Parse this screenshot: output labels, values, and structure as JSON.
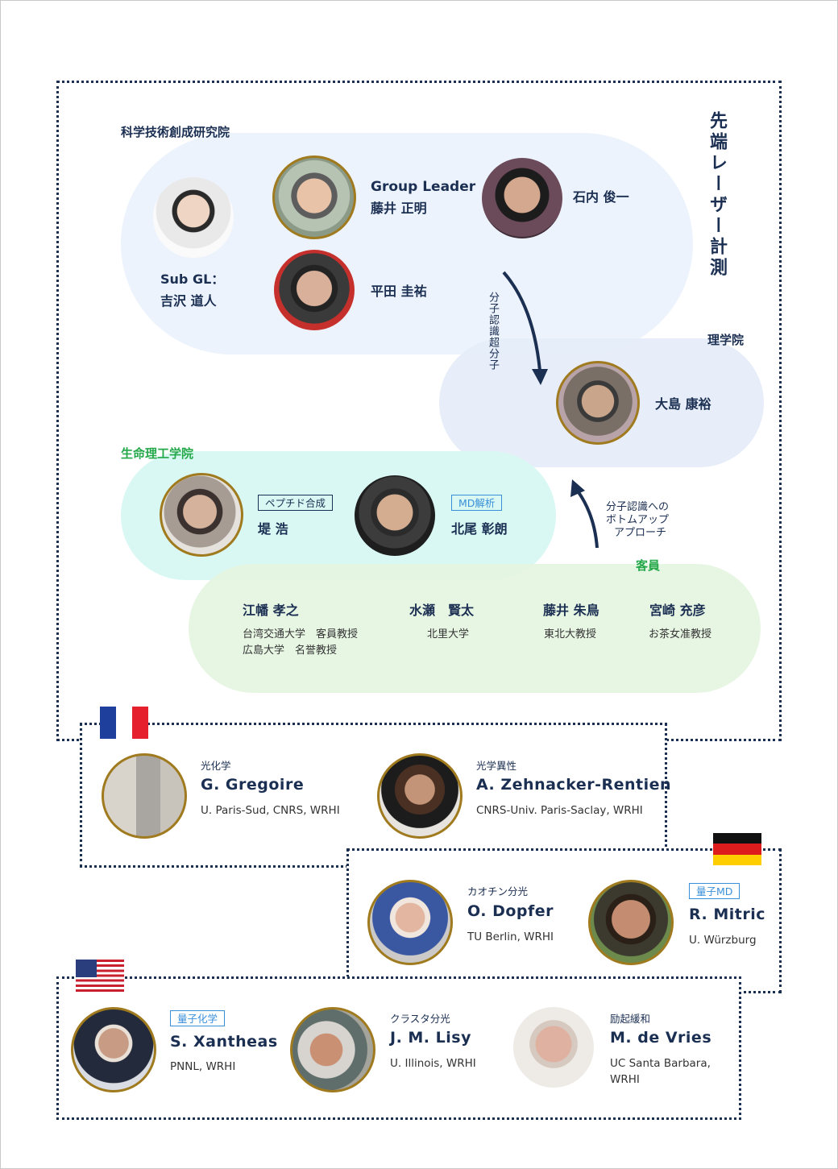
{
  "labels": {
    "institute_science": "科学技術創成研究院",
    "vertical_title": "先端レーザー計測",
    "school_science": "理学院",
    "school_life": "生命理工学院",
    "guests": "客員"
  },
  "people": {
    "sub_gl_label": "Sub GL：",
    "sub_gl_name": "吉沢 道人",
    "gl_label": "Group Leader",
    "gl_name": "藤井 正明",
    "ishiuchi": "石内 俊一",
    "hirata": "平田 圭祐",
    "oshima": "大島 康裕",
    "tsutsumi": "堤 浩",
    "kitao": "北尾 彰朗"
  },
  "tags": {
    "peptide": "ペプチド合成",
    "md": "MD解析",
    "quantum_md": "量子MD",
    "quantum_chem": "量子化学"
  },
  "arrows": {
    "supramolecular": "分子認識超分子",
    "bottom_up_1": "分子認識への",
    "bottom_up_2": "ボトムアップ",
    "bottom_up_3": "アプローチ"
  },
  "guests": [
    {
      "name": "江幡 孝之",
      "aff1": "台湾交通大学　客員教授",
      "aff2": "広島大学　名誉教授"
    },
    {
      "name": "水瀬　賢太",
      "aff1": "北里大学",
      "aff2": ""
    },
    {
      "name": "藤井 朱鳥",
      "aff1": "東北大教授",
      "aff2": ""
    },
    {
      "name": "宮崎 充彦",
      "aff1": "お茶女准教授",
      "aff2": ""
    }
  ],
  "france": [
    {
      "field": "光化学",
      "name": "G. Gregoire",
      "aff": "U. Paris-Sud, CNRS, WRHI"
    },
    {
      "field": "光学異性",
      "name": "A. Zehnacker-Rentien",
      "aff": "CNRS-Univ. Paris-Saclay, WRHI"
    }
  ],
  "germany": [
    {
      "field": "カオチン分光",
      "name": "O. Dopfer",
      "aff": "TU Berlin, WRHI"
    },
    {
      "name": "R. Mitric",
      "aff": "U. Würzburg"
    }
  ],
  "usa": [
    {
      "name": "S. Xantheas",
      "aff": "PNNL, WRHI"
    },
    {
      "field": "クラスタ分光",
      "name": "J. M. Lisy",
      "aff": "U. Illinois, WRHI"
    },
    {
      "field": "励起緩和",
      "name": "M. de Vries",
      "aff1": "UC Santa Barbara,",
      "aff2": "WRHI"
    }
  ],
  "colors": {
    "navy": "#1b2f52",
    "green": "#24a84a",
    "blue_tag": "#3a8fd9",
    "photo_ring": "#a07a1e",
    "blob_blue": "#edf3fc",
    "blob_blue2": "#e6edf9",
    "blob_cyan": "#d9f8f3",
    "blob_green": "#e5f4e1"
  }
}
